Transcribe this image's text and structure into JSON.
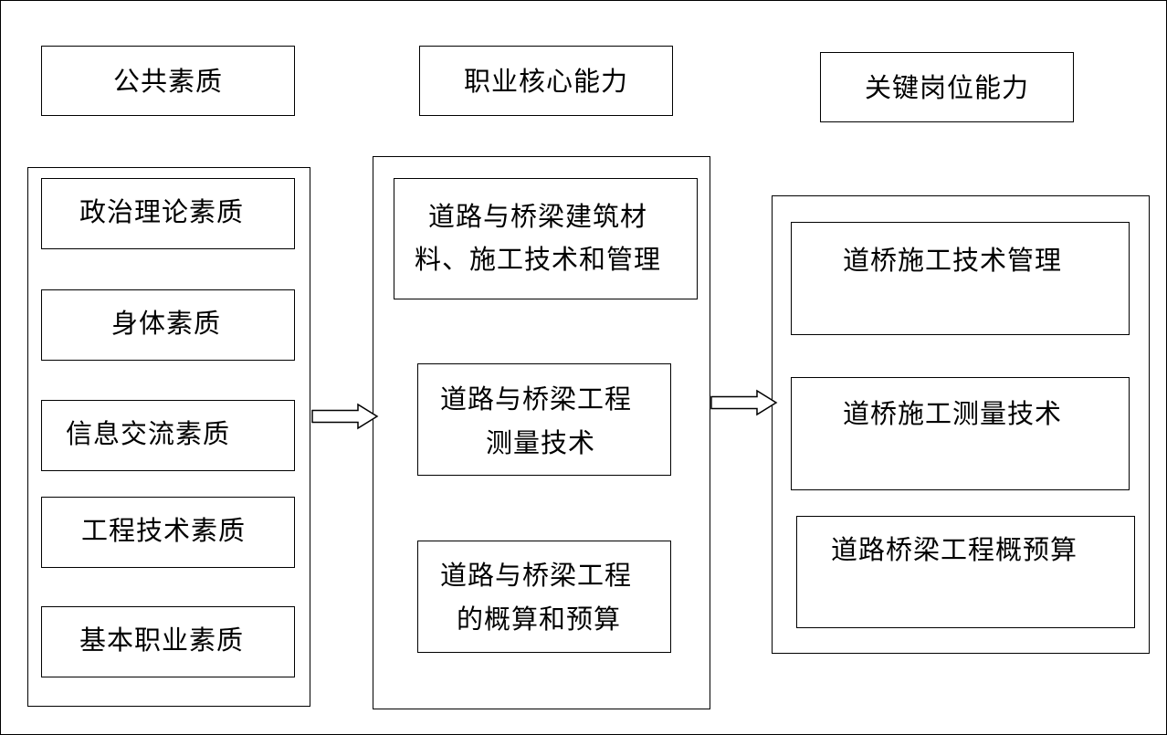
{
  "headers": {
    "public": "公共素质",
    "core": "职业核心能力",
    "key": "关键岗位能力"
  },
  "public_items": [
    "政治理论素质",
    "身体素质",
    "信息交流素质",
    "工程技术素质",
    "基本职业素质"
  ],
  "core_items": [
    {
      "line1": "道路与桥梁建筑材",
      "line2": "料、施工技术和管理"
    },
    {
      "line1": "道路与桥梁工程",
      "line2": "测量技术"
    },
    {
      "line1": "道路与桥梁工程",
      "line2": "的概算和预算"
    }
  ],
  "key_items": [
    "道桥施工技术管理",
    "道桥施工测量技术",
    "道路桥梁工程概预算"
  ]
}
